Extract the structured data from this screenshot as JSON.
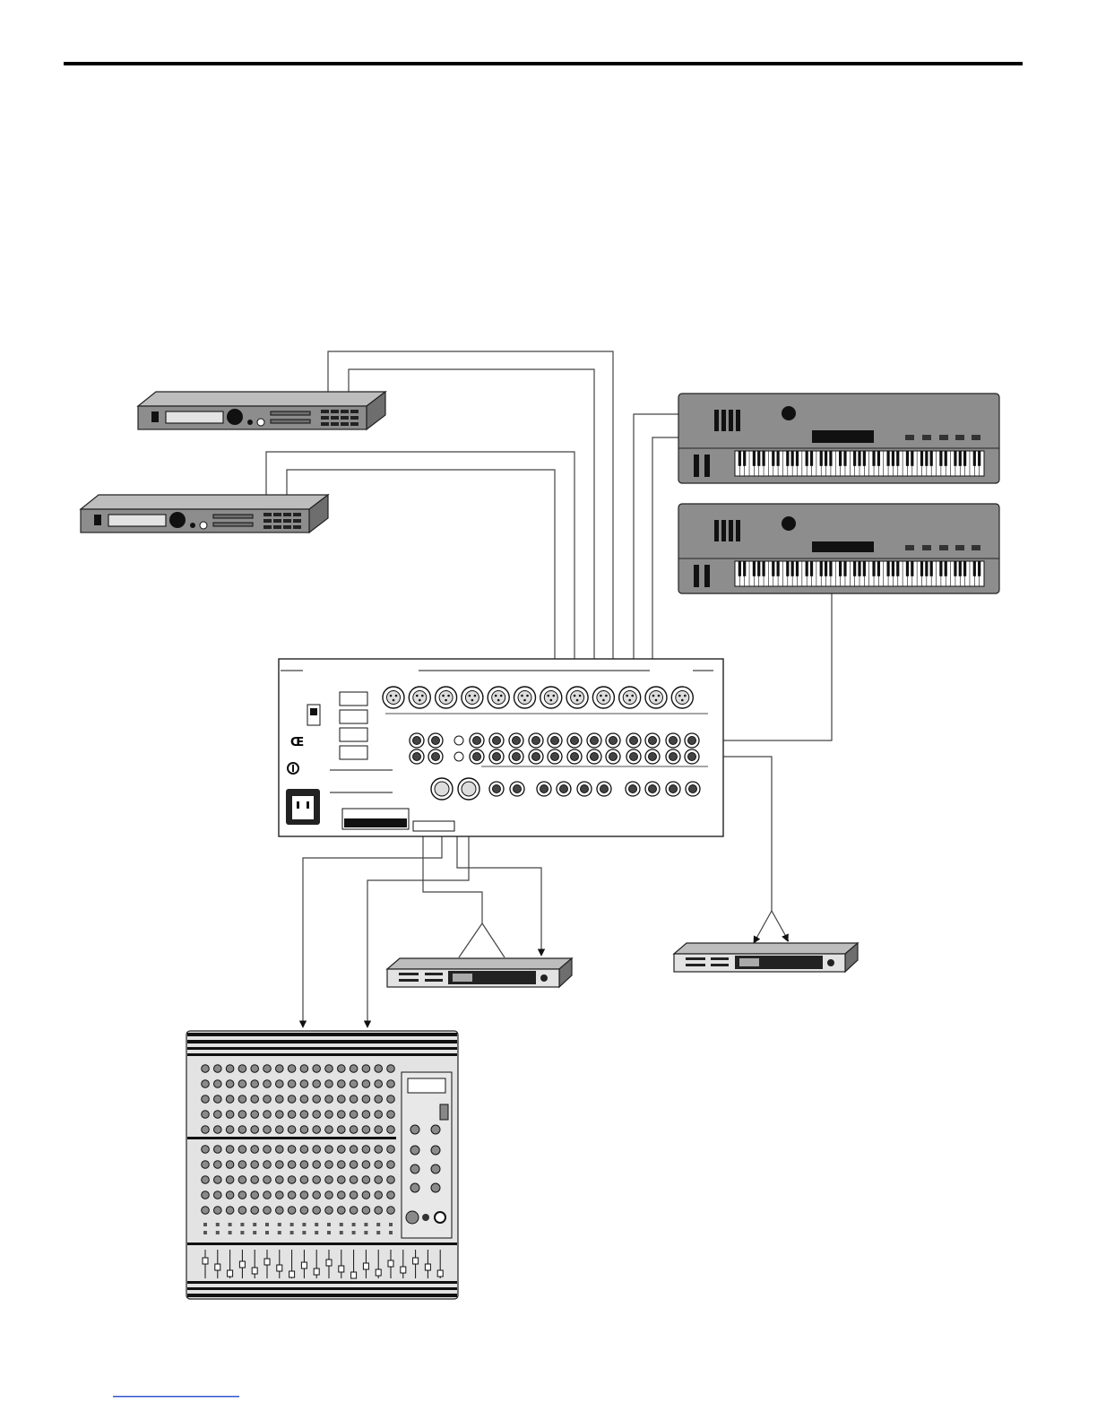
{
  "figure": {
    "devices": [
      {
        "id": "rack-module-1",
        "icon": "rack-processor-icon"
      },
      {
        "id": "rack-module-2",
        "icon": "rack-processor-icon"
      },
      {
        "id": "synthesizer-1",
        "icon": "keyboard-synth-icon"
      },
      {
        "id": "synthesizer-2",
        "icon": "keyboard-synth-icon"
      },
      {
        "id": "line-mixer-rear-panel",
        "icon": "rear-panel-icon"
      },
      {
        "id": "effects-processor-1",
        "icon": "effects-unit-icon"
      },
      {
        "id": "effects-processor-2",
        "icon": "effects-unit-icon"
      },
      {
        "id": "main-mixing-console",
        "icon": "mixing-console-icon"
      }
    ],
    "colors": {
      "device_body": "#8d8d8d",
      "device_top": "#bdbdbd",
      "wire": "#444444",
      "rule": "#000000",
      "footer_rule": "#3355cc"
    }
  }
}
